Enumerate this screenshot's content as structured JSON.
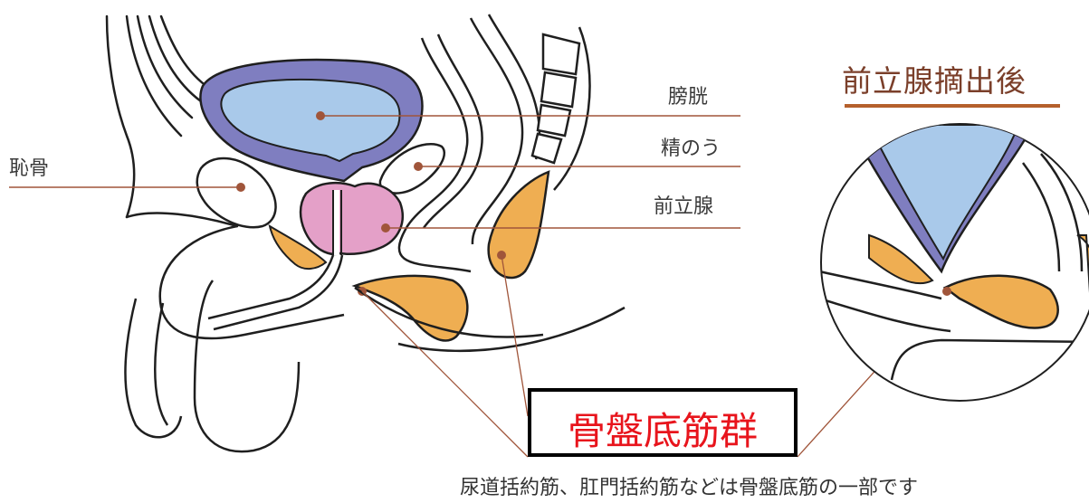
{
  "labels": {
    "pubic_bone": "恥骨",
    "bladder": "膀胱",
    "seminal_vesicle": "精のう",
    "prostate": "前立腺"
  },
  "after_removal": {
    "title": "前立腺摘出後"
  },
  "highlight": {
    "text": "骨盤底筋群",
    "text_color": "#e8141c",
    "border_color": "#000000"
  },
  "caption": "尿道括約筋、肛門括約筋などは骨盤底筋の一部です",
  "colors": {
    "bladder_wall": "#7f7ec0",
    "bladder_lumen": "#a9c9ea",
    "prostate": "#e4a0c8",
    "muscle": "#efae52",
    "leader_line": "#a0553a",
    "outline": "#1f1f1f"
  }
}
